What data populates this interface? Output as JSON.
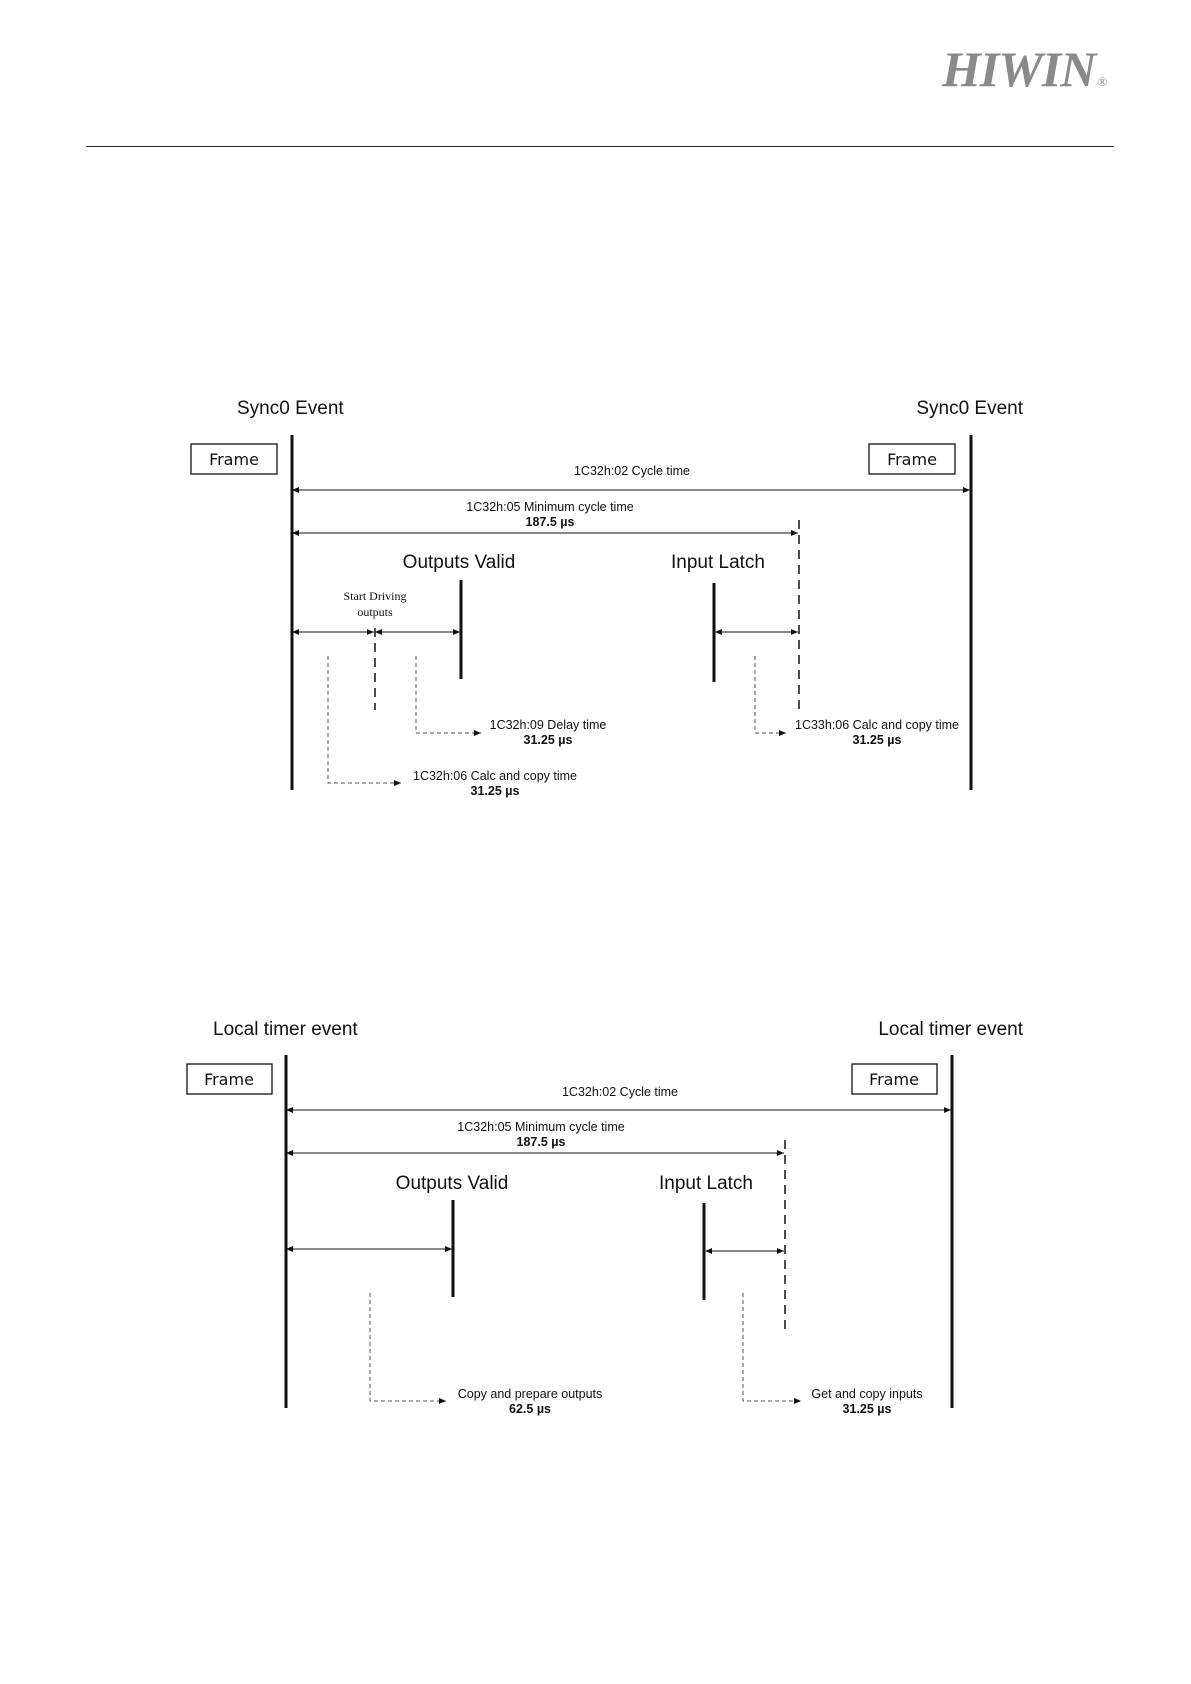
{
  "header": {
    "logo_text": "HIWIN",
    "logo_mark": "®"
  },
  "diagram_sync": {
    "event_left": "Sync0 Event",
    "event_right": "Sync0 Event",
    "frame_left": "Frame",
    "frame_right": "Frame",
    "cycle_time": "1C32h:02 Cycle time",
    "min_cycle_time": "1C32h:05 Minimum cycle time",
    "min_cycle_value": "187.5 µs",
    "outputs_valid": "Outputs Valid",
    "input_latch": "Input Latch",
    "start_driving_line1": "Start Driving",
    "start_driving_line2": "outputs",
    "delay_time": "1C32h:09 Delay time",
    "delay_value": "31.25 µs",
    "calc_copy_33": "1C33h:06 Calc and copy time",
    "calc_copy_33_value": "31.25 µs",
    "calc_copy_32": "1C32h:06 Calc and copy time",
    "calc_copy_32_value": "31.25 µs"
  },
  "diagram_local": {
    "event_left": "Local timer event",
    "event_right": "Local timer event",
    "frame_left": "Frame",
    "frame_right": "Frame",
    "cycle_time": "1C32h:02 Cycle time",
    "min_cycle_time": "1C32h:05 Minimum cycle time",
    "min_cycle_value": "187.5 µs",
    "outputs_valid": "Outputs Valid",
    "input_latch": "Input Latch",
    "copy_prepare": "Copy and prepare outputs",
    "copy_prepare_value": "62.5 µs",
    "get_copy": "Get and copy inputs",
    "get_copy_value": "31.25 µs"
  }
}
